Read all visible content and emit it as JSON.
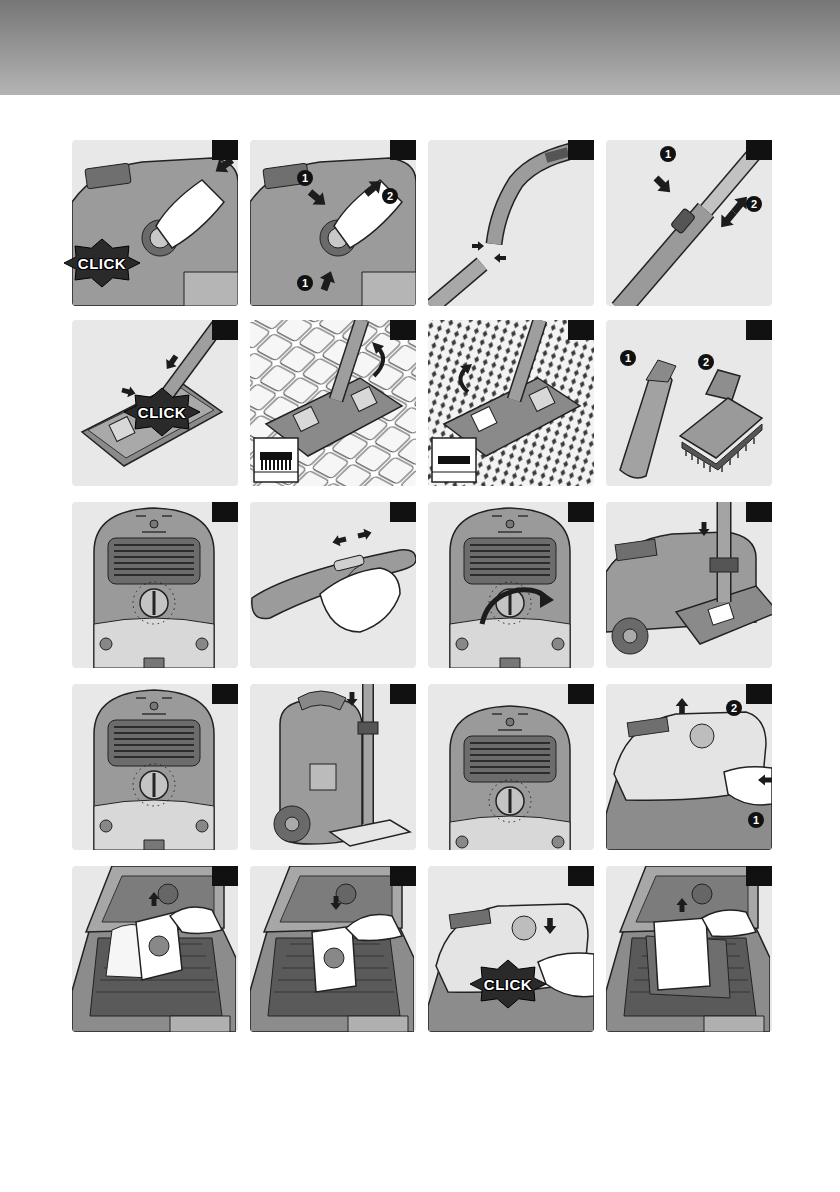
{
  "diagram": {
    "labels": [
      "CLICK",
      "1",
      "2",
      "1",
      "1",
      "2",
      "CLICK",
      "1",
      "2",
      "2",
      "1",
      "CLICK"
    ]
  }
}
